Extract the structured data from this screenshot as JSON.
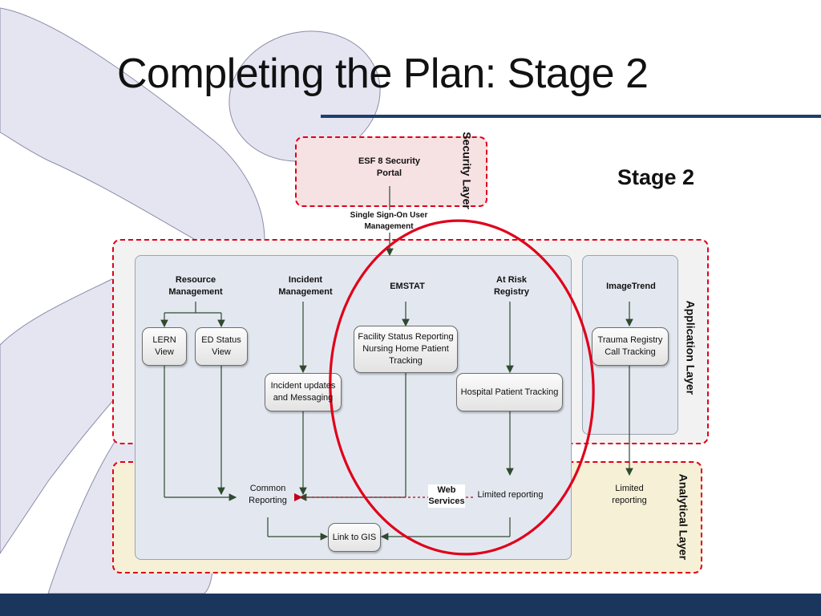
{
  "slide": {
    "title": "Completing the Plan: Stage 2",
    "stage_label": "Stage 2"
  },
  "layers": {
    "security": "Security Layer",
    "application": "Application Layer",
    "analytical": "Analytical Layer"
  },
  "connectors": {
    "sso": "Single Sign-On User Management",
    "web_services": "Web Services"
  },
  "nodes": {
    "security_portal": "ESF 8 Security Portal",
    "resource_management": "Resource Management",
    "incident_management": "Incident Management",
    "emstat": "EMSTAT",
    "at_risk_registry": "At Risk Registry",
    "imagetrend": "ImageTrend",
    "lern_view": "LERN View",
    "ed_status_view": "ED Status View",
    "facility_status": "Facility Status Reporting Nursing Home Patient Tracking",
    "trauma_registry": "Trauma Registry Call Tracking",
    "incident_updates": "Incident updates and Messaging",
    "hospital_tracking": "Hospital Patient Tracking",
    "common_reporting": "Common Reporting",
    "limited_reporting_main": "Limited reporting",
    "limited_reporting_right": "Limited reporting",
    "link_to_gis": "Link to GIS"
  },
  "colors": {
    "dashed_border": "#e0001b",
    "highlight_ellipse": "#e0001b",
    "title_rule": "#1f3f6b",
    "footer": "#1a365d",
    "panel": "#e3e8f0",
    "security_fill": "#f6e1e3",
    "application_fill": "#f2f2f2",
    "analytical_fill": "#f6f0d6",
    "connector": "#2f4a2f"
  }
}
